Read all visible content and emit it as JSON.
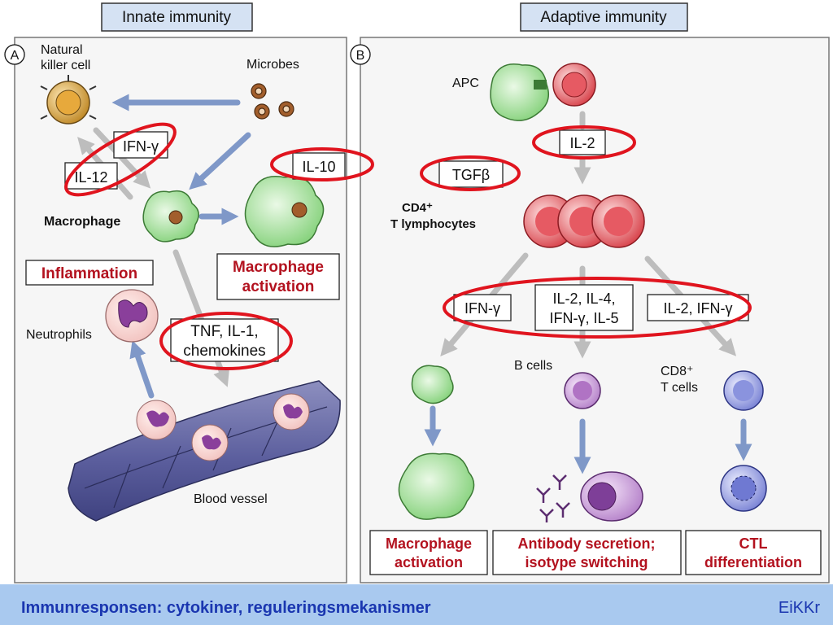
{
  "headers": {
    "left": "Innate immunity",
    "right": "Adaptive immunity"
  },
  "panel_letters": {
    "a": "A",
    "b": "B"
  },
  "innate": {
    "nk_line1": "Natural",
    "nk_line2": "killer cell",
    "microbes": "Microbes",
    "ifn_gamma": "IFN-γ",
    "il12": "IL-12",
    "il10": "IL-10",
    "macrophage": "Macrophage",
    "macrophage_activation_line1": "Macrophage",
    "macrophage_activation_line2": "activation",
    "inflammation": "Inflammation",
    "neutrophils": "Neutrophils",
    "tnf_line1": "TNF, IL-1,",
    "tnf_line2": "chemokines",
    "blood_vessel": "Blood vessel"
  },
  "adaptive": {
    "apc": "APC",
    "il2": "IL-2",
    "tgf_beta": "TGFβ",
    "cd4_line1": "CD4⁺",
    "cd4_line2": "T lymphocytes",
    "ifn_gamma": "IFN-γ",
    "mix_line1": "IL-2,  IL-4,",
    "mix_line2": "IFN-γ, IL-5",
    "il2_ifn": "IL-2, IFN-γ",
    "b_cells": "B cells",
    "cd8_line1": "CD8⁺",
    "cd8_line2": "T cells",
    "out1_line1": "Macrophage",
    "out1_line2": "activation",
    "out2_line1": "Antibody secretion;",
    "out2_line2": "isotype switching",
    "out3_line1": "CTL",
    "out3_line2": "differentiation"
  },
  "footer": {
    "title": "Immunresponsen: cytokiner, reguleringsmekanismer",
    "mark": "EiKKr"
  },
  "colors": {
    "highlight_ellipse": "#e0141e",
    "arrow_blue": "#7f98c8",
    "arrow_gray": "#bdbdbd",
    "footer_bg": "#a9c9ef",
    "footer_text": "#1a36b0",
    "label_red": "#b3121f"
  }
}
